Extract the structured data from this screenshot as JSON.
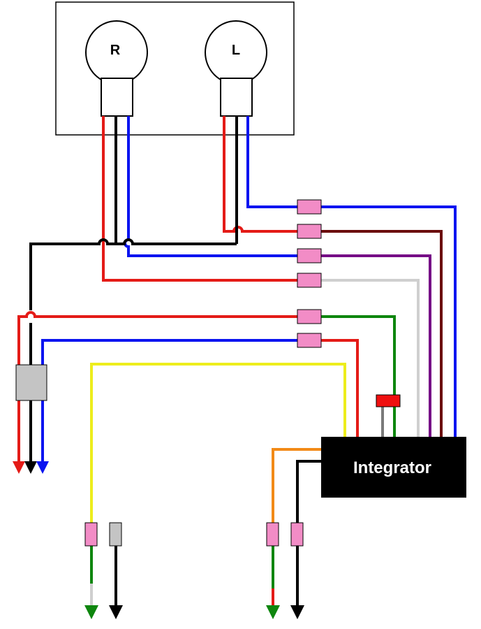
{
  "lamps": {
    "right": {
      "label": "R"
    },
    "left": {
      "label": "L"
    }
  },
  "integrator": {
    "label": "Integrator"
  },
  "colors": {
    "red": "#e41b17",
    "black": "#000000",
    "blue": "#0a14f0",
    "maroon": "#6b0b0b",
    "purple": "#760a86",
    "light_gray": "#cfcfcf",
    "green": "#0e860e",
    "yellow": "#eded1c",
    "orange": "#f28a17",
    "gray": "#7a7a7a",
    "connector_pink": "#f28cc6",
    "connector_gray": "#c4c4c4",
    "fuse_red": "#ef1010"
  }
}
